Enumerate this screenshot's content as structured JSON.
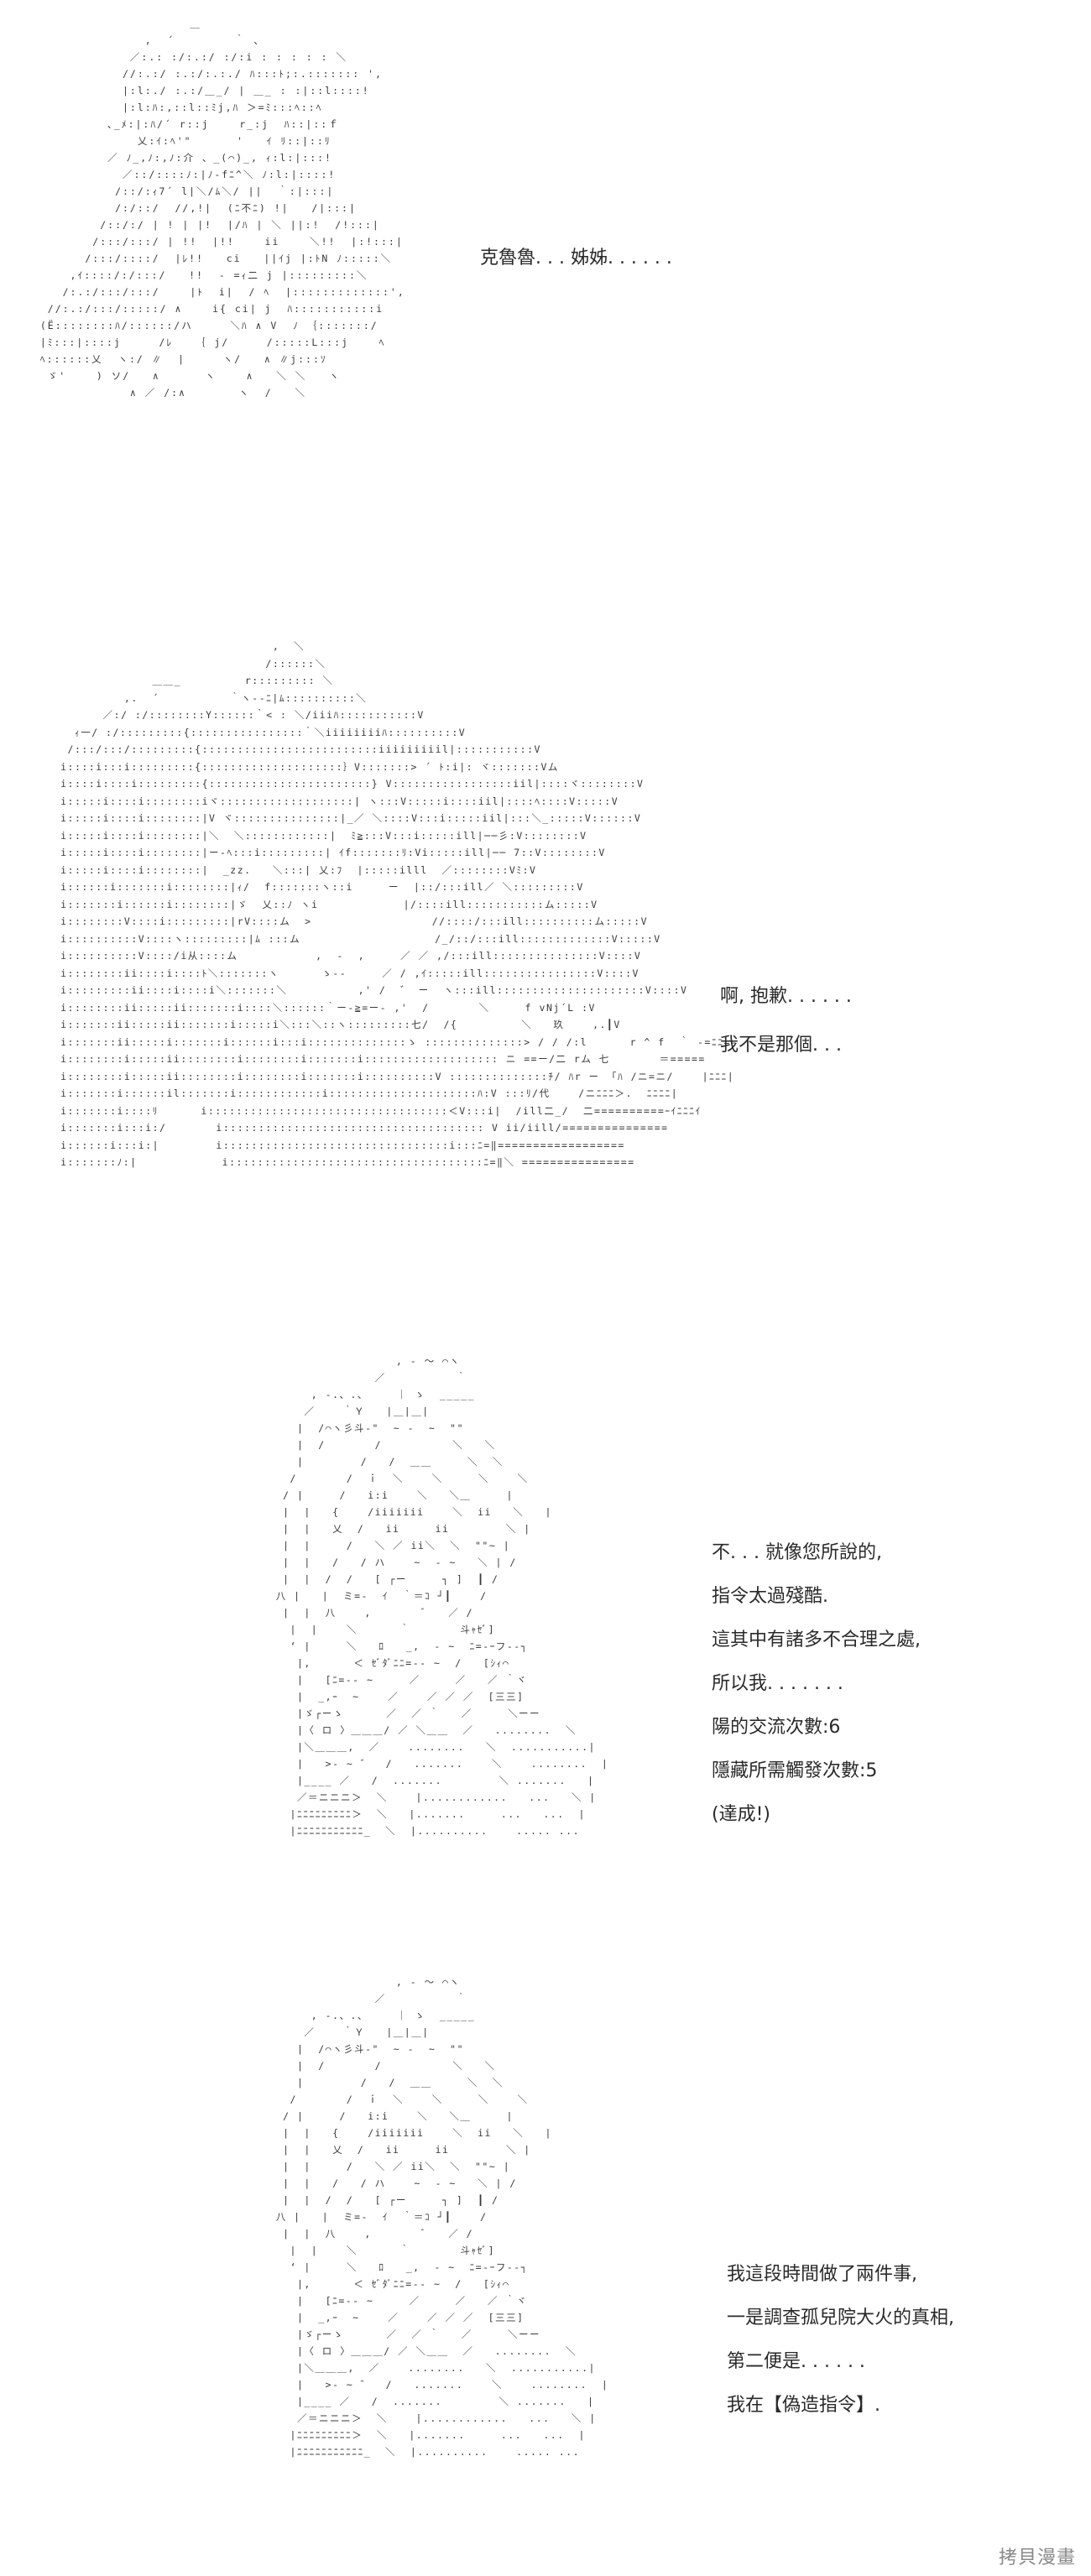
{
  "panels": [
    {
      "dialogue": [
        "克魯魯. . . 姊姊. . . . . ."
      ]
    },
    {
      "dialogue": [
        "啊, 抱歉. . . . . .",
        "我不是那個. . ."
      ]
    },
    {
      "dialogue": [
        "不. . . 就像您所說的,",
        "指令太過殘酷.",
        "這其中有諸多不合理之處,",
        "所以我. . . . . . .",
        "陽的交流次數:6",
        "隱藏所需觸發次數:5",
        "(達成!)"
      ]
    },
    {
      "dialogue": [
        "我這段時間做了兩件事,",
        "一是調查孤兒院大火的真相,",
        "第二便是. . . . . .",
        "我在【偽造指令】."
      ]
    }
  ],
  "watermark": "拷貝漫畫"
}
